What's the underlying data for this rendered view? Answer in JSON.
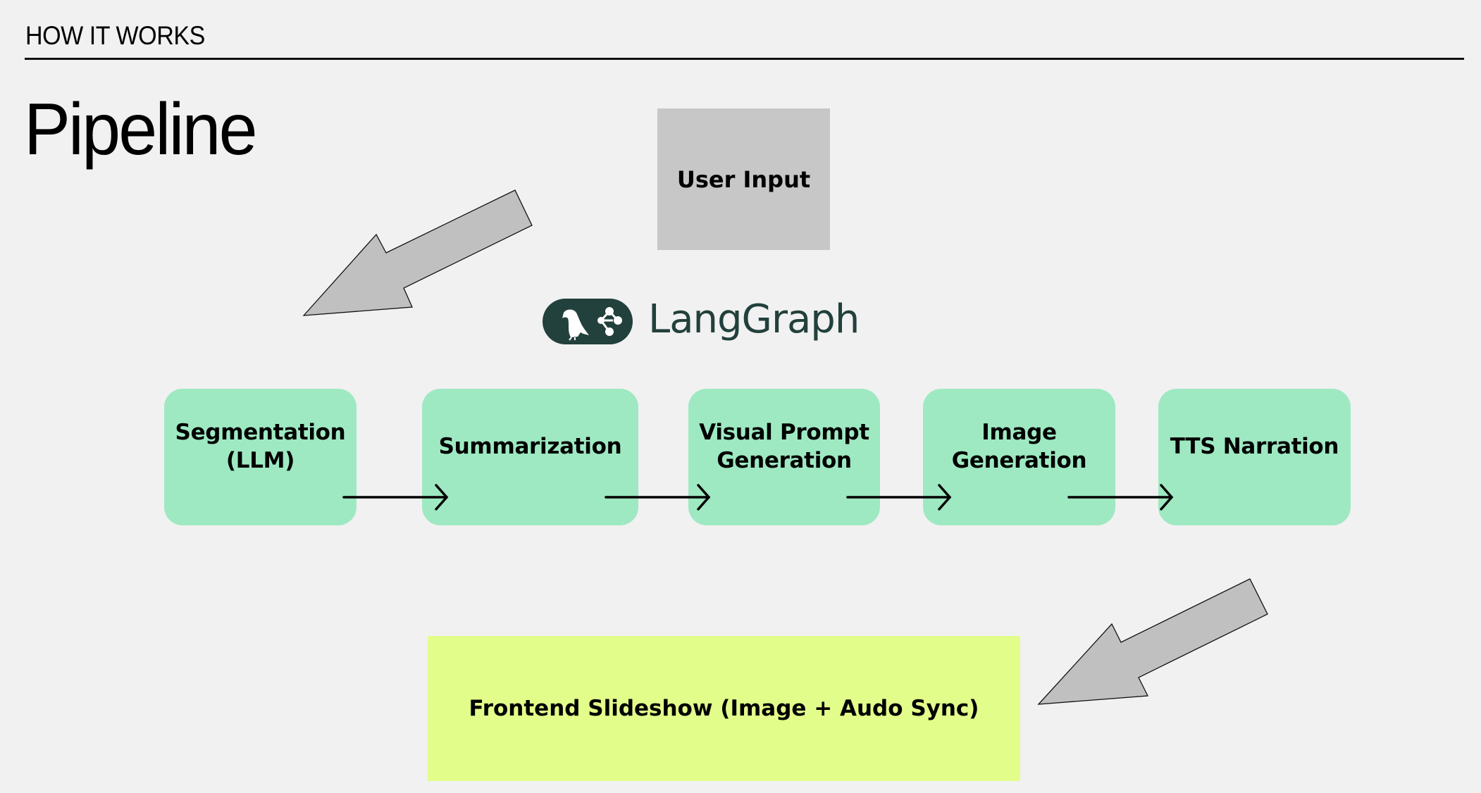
{
  "header": {
    "section_label": "HOW IT WORKS",
    "title": "Pipeline"
  },
  "input_node": {
    "label": "User Input",
    "color": "#c7c7c7"
  },
  "framework": {
    "name": "LangGraph",
    "logo_icons": [
      "parrot-icon",
      "graph-nodes-icon"
    ],
    "brand_color": "#22403c"
  },
  "pipeline_steps": [
    {
      "label": "Segmentation\n(LLM)"
    },
    {
      "label": "Summarization"
    },
    {
      "label": "Visual Prompt\nGeneration"
    },
    {
      "label": "Image\nGeneration"
    },
    {
      "label": "TTS Narration"
    }
  ],
  "step_color": "#9ee9c2",
  "output_node": {
    "label": "Frontend Slideshow (Image + Audo Sync)",
    "color": "#e3fd8b"
  },
  "connector_icons": [
    "block-arrow-down-left-icon",
    "right-arrow-icon"
  ]
}
